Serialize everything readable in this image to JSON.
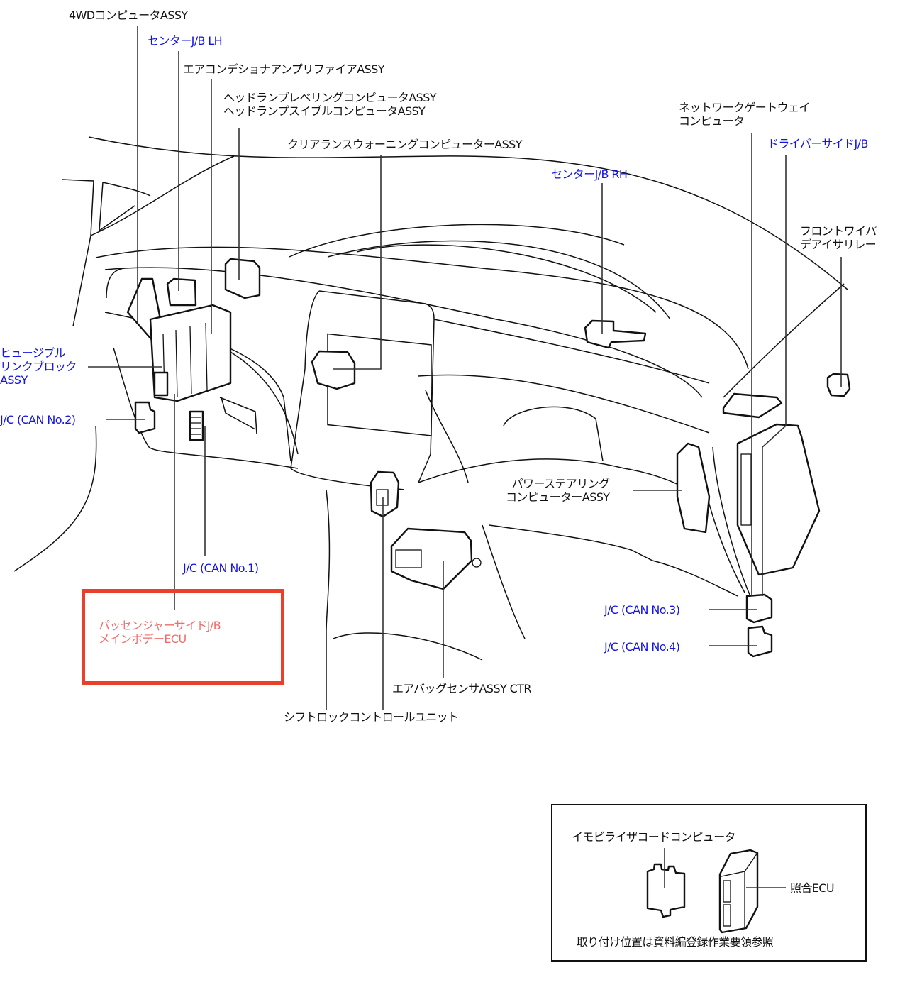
{
  "colors": {
    "label_default": "#111111",
    "label_link": "#1414e6",
    "label_highlight": "#ee6e6e",
    "highlight_box": "#e8402a"
  },
  "labels": {
    "four_wd_computer": "4WDコンピュータASSY",
    "center_jb_lh": "センターJ/B LH",
    "air_con_amplifier": "エアコンデショナアンプリファイアASSY",
    "headlamp_computers": [
      "ヘッドランプレベリングコンピュータASSY",
      "ヘッドランプスイブルコンピュータASSY"
    ],
    "clearance_warning": "クリアランスウォーニングコンピューターASSY",
    "network_gateway": [
      "ネットワークゲートウェイ",
      "コンピュータ"
    ],
    "driver_side_jb": "ドライバーサイドJ/B",
    "center_jb_rh": "センターJ/B RH",
    "front_wiper_relay": [
      "フロントワイパ",
      "デアイサリレー"
    ],
    "fusible_link_block": [
      "ヒュージブル",
      "リンクブロック",
      "ASSY"
    ],
    "jc_can_2": "J/C (CAN No.2)",
    "power_steering": [
      "パワーステアリング",
      "コンピューターASSY"
    ],
    "jc_can_1": "J/C (CAN No.1)",
    "passenger_side_jb": [
      "パッセンジャーサイドJ/B",
      "メインボデーECU"
    ],
    "jc_can_3": "J/C (CAN No.3)",
    "jc_can_4": "J/C (CAN No.4)",
    "airbag_sensor": "エアバッグセンサASSY CTR",
    "shift_lock": "シフトロックコントロールユニット"
  },
  "inset": {
    "immobilizer": "イモビライザコードコンピュータ",
    "verification_ecu": "照合ECU",
    "note": "取り付け位置は資料編登録作業要領参照"
  }
}
